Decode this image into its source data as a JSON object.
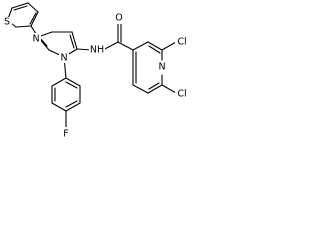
{
  "atoms": {
    "sulfur": "S",
    "pyrazole_n2": "N",
    "pyrazole_n1": "N",
    "amide_nh": "NH",
    "carbonyl_o": "O",
    "chloro_top": "Cl",
    "pyridine_n": "N",
    "chloro_bottom": "Cl",
    "fluoro": "F"
  }
}
